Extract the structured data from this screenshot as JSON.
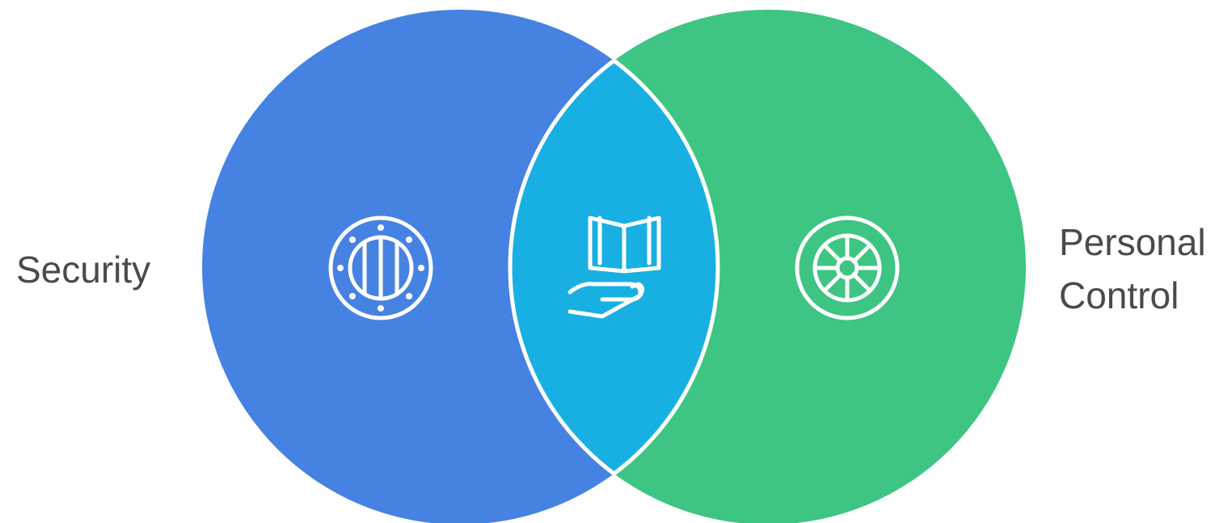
{
  "diagram": {
    "type": "venn",
    "sets": [
      {
        "label": "Security",
        "color": "#4682E2",
        "icon": "porthole-grate-icon"
      },
      {
        "label_lines": [
          "Personal",
          "Control"
        ],
        "color": "#3EC583",
        "icon": "wheel-icon"
      }
    ],
    "intersection": {
      "color": "#18B0E2",
      "icon": "hand-holding-book-icon"
    },
    "outline_color": "#ffffff"
  }
}
